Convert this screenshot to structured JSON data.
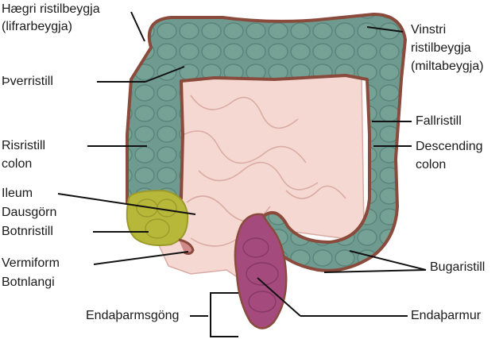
{
  "labels": {
    "hepatic_flexure_1": "Hægri ristilbeygja",
    "hepatic_flexure_2": "(lifrarbeygja)",
    "transverse": "Þverristill",
    "splenic_1": "Vinstri",
    "splenic_2": "ristilbeygja",
    "splenic_3": "(miltabeygja)",
    "descending_is": "Fallristill",
    "descending_en_1": "Descending",
    "descending_en_2": "colon",
    "ascending_is": "Risristill",
    "ascending_en": "colon",
    "ileum_1": "Ileum",
    "ileum_2": "Dausgörn",
    "cecum": "Botnristill",
    "appendix_1": "Vermiform",
    "appendix_2": "Botnlangi",
    "sigmoid": "Bugaristill",
    "anal_canal": "Endaþarmsgöng",
    "rectum": "Endaþarmur"
  },
  "colors": {
    "colon": "#6e9a8f",
    "colon_outline": "#8a4a3c",
    "small_intestine": "#f6d8d2",
    "cecum": "#b7b83a",
    "rectum": "#a44a7c",
    "leader": "#111111"
  }
}
